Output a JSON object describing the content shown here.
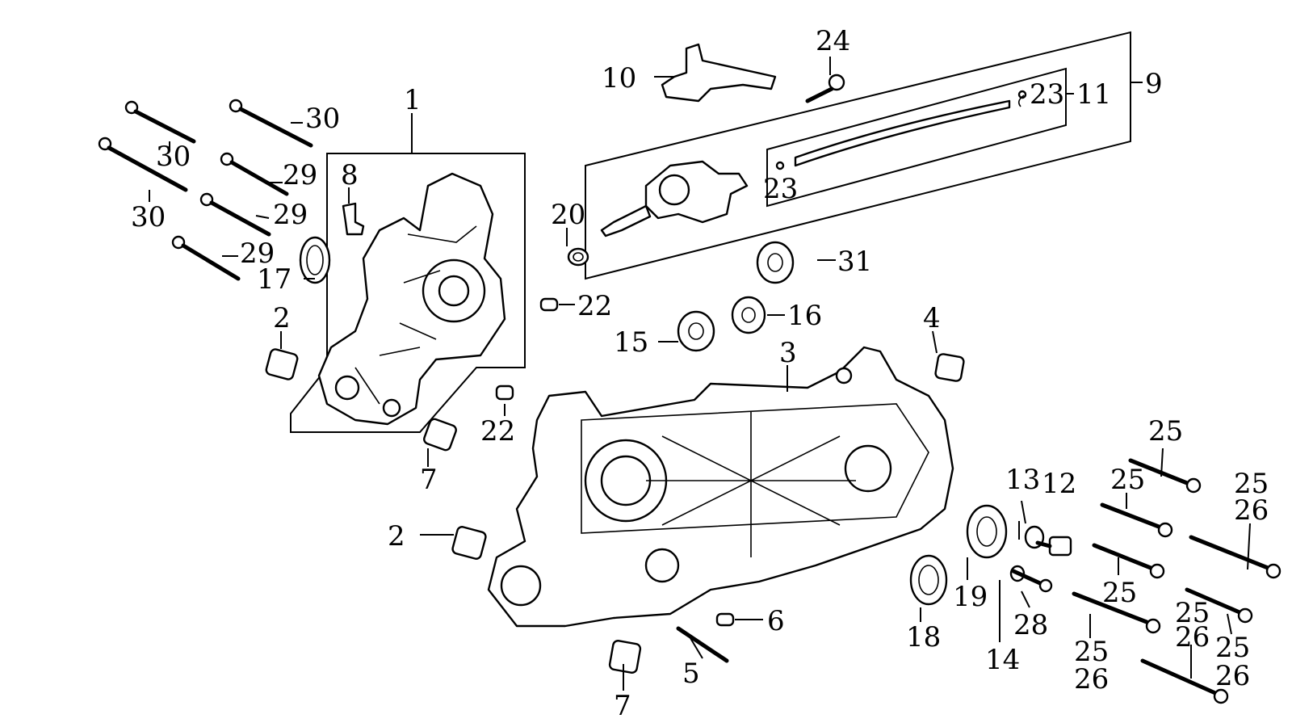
{
  "callouts": {
    "c1": "1",
    "c2a": "2",
    "c2b": "2",
    "c3": "3",
    "c4": "4",
    "c5": "5",
    "c6": "6",
    "c7a": "7",
    "c7b": "7",
    "c8": "8",
    "c9": "9",
    "c10": "10",
    "c11": "11",
    "c12": "12",
    "c13": "13",
    "c14": "14",
    "c15": "15",
    "c16": "16",
    "c17": "17",
    "c18": "18",
    "c19": "19",
    "c20": "20",
    "c22a": "22",
    "c22b": "22",
    "c23a": "23",
    "c23b": "23",
    "c24": "24",
    "c25a": "25",
    "c25b": "25",
    "c25c": "25",
    "c25d": "25",
    "c25e": "25",
    "c25f": "25",
    "c25g": "25",
    "c26a": "26",
    "c26b": "26",
    "c26c": "26",
    "c26d": "26",
    "c28": "28",
    "c29a": "29",
    "c29b": "29",
    "c29c": "29",
    "c30a": "30",
    "c30b": "30",
    "c30c": "30",
    "c31": "31"
  }
}
